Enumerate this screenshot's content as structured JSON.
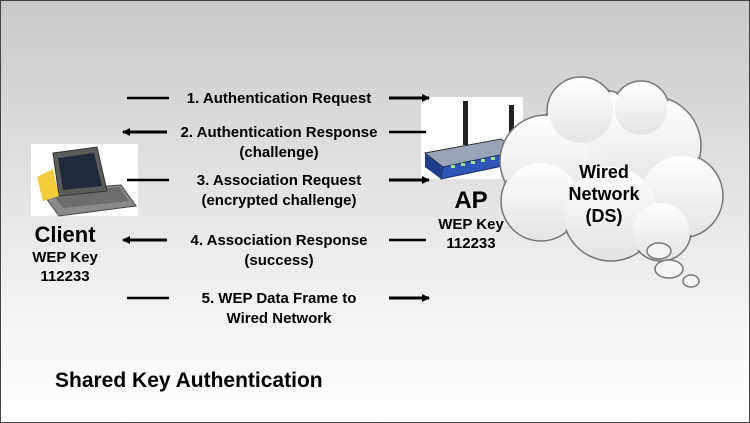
{
  "client": {
    "name": "Client",
    "key_label": "WEP Key",
    "key_value": "112233"
  },
  "ap": {
    "name": "AP",
    "key_label": "WEP Key",
    "key_value": "112233"
  },
  "cloud": {
    "line1": "Wired",
    "line2": "Network",
    "line3": "(DS)"
  },
  "messages": [
    {
      "line1": "1. Authentication Request",
      "line2": "",
      "direction": "to-ap"
    },
    {
      "line1": "2. Authentication Response",
      "line2": "(challenge)",
      "direction": "to-client"
    },
    {
      "line1": "3. Association Request",
      "line2": "(encrypted challenge)",
      "direction": "to-ap"
    },
    {
      "line1": "4. Association Response",
      "line2": "(success)",
      "direction": "to-client"
    },
    {
      "line1": "5. WEP Data Frame to",
      "line2": "Wired Network",
      "direction": "to-ap"
    }
  ],
  "caption": "Shared Key Authentication"
}
